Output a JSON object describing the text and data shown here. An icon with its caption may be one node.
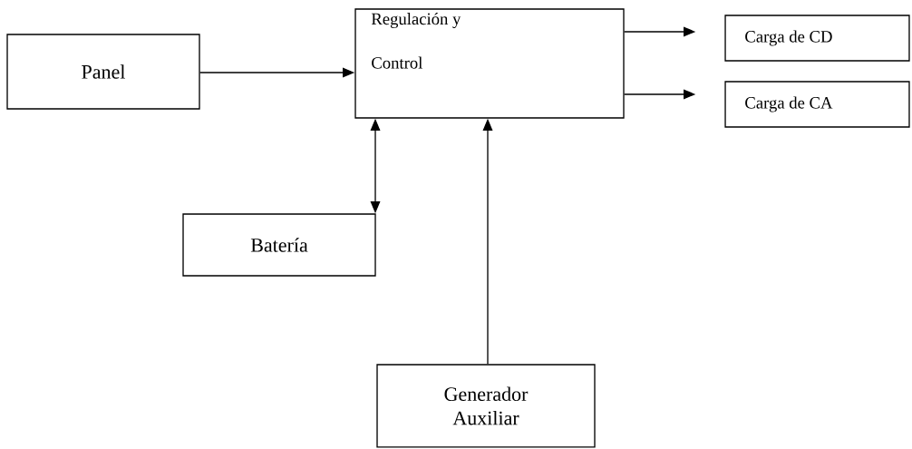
{
  "diagram": {
    "nodes": [
      {
        "text": [
          "Panel"
        ]
      },
      {
        "text": [
          "Regulación y Control"
        ]
      },
      {
        "text": [
          "Carga de CD"
        ]
      },
      {
        "text": [
          "Carga de CA"
        ]
      },
      {
        "text": [
          "Batería"
        ]
      },
      {
        "text": [
          "Generador Auxiliar"
        ]
      }
    ],
    "edges": [
      {
        "from": 0,
        "to": 1,
        "arrow": "to"
      },
      {
        "from": 1,
        "to": 2,
        "arrow": "to"
      },
      {
        "from": 1,
        "to": 3,
        "arrow": "to"
      },
      {
        "from": 1,
        "to": 4,
        "arrow": "both"
      },
      {
        "from": 5,
        "to": 1,
        "arrow": "to"
      }
    ]
  }
}
